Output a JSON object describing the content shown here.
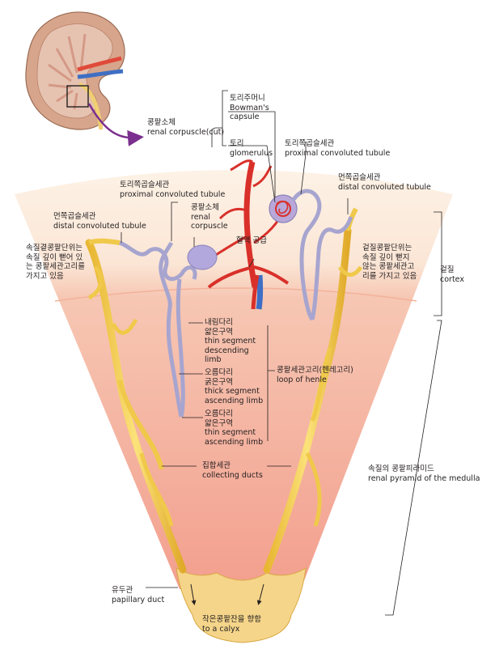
{
  "labels": {
    "renal_corpuscle_cut": {
      "ko": "콩팥소체",
      "en": "renal corpuscle(cut)"
    },
    "bowmans_capsule": {
      "ko": "토리주머니",
      "en1": "Bowman's",
      "en2": "capsule"
    },
    "glomerulus": {
      "ko": "토리",
      "en": "glomerulus"
    },
    "proximal_right": {
      "ko": "토리쪽곱슬세관",
      "en": "proximal convoluted tubule"
    },
    "proximal_left": {
      "ko": "토리쪽곱슬세관",
      "en": "proximal convoluted tubule"
    },
    "distal_right": {
      "ko": "먼쪽곱슬세관",
      "en": "distal convoluted tubule"
    },
    "distal_left": {
      "ko": "먼쪽곱슬세관",
      "en": "distal convoluted tubule"
    },
    "renal_corpuscle": {
      "ko": "콩팥소체",
      "en1": "renal",
      "en2": "corpuscle"
    },
    "blood_supply": {
      "ko": "혈액 공급"
    },
    "juxtamedullary": {
      "l1": "속질곁콩팥단위는",
      "l2": "속질 깊이 뻗어 있",
      "l3": "는 콩팥세관고리를",
      "l4": "가지고 있음"
    },
    "cortical_nephron": {
      "l1": "겉질콩팥단위는",
      "l2": "속질 깊이 뻗지",
      "l3": "않는 콩팥세관고",
      "l4": "리를 가지고 있음"
    },
    "cortex": {
      "ko": "겉질",
      "en": "cortex"
    },
    "thin_descending": {
      "ko1": "내림다리",
      "ko2": "얇은구역",
      "en1": "thin segment",
      "en2": "descending",
      "en3": "limb"
    },
    "thick_ascending": {
      "ko1": "오름다리",
      "ko2": "굵은구역",
      "en1": "thick segment",
      "en2": "ascending limb"
    },
    "thin_ascending": {
      "ko1": "오름다리",
      "ko2": "얇은구역",
      "en1": "thin segment",
      "en2": "ascending limb"
    },
    "loop_of_henle": {
      "ko": "콩팥세관고리(헨레고리)",
      "en": "loop of henle"
    },
    "collecting_ducts": {
      "ko": "집합세관",
      "en": "collecting ducts"
    },
    "renal_pyramid": {
      "ko": "속질의 콩팥피라미드",
      "en": "renal pyramid of the medulla"
    },
    "papillary_duct": {
      "ko": "유두관",
      "en": "papillary duct"
    },
    "to_calyx": {
      "ko": "작은콩팥잔을 향함",
      "en": "to a calyx"
    }
  },
  "colors": {
    "cortex": "#fdeede",
    "medulla": "#f5b7a2",
    "tubule": "#b9b7d6",
    "collecting": "#f3cc55",
    "artery": "#e0382a",
    "vein": "#3e6ec6",
    "arrow": "#7b2f8e"
  }
}
